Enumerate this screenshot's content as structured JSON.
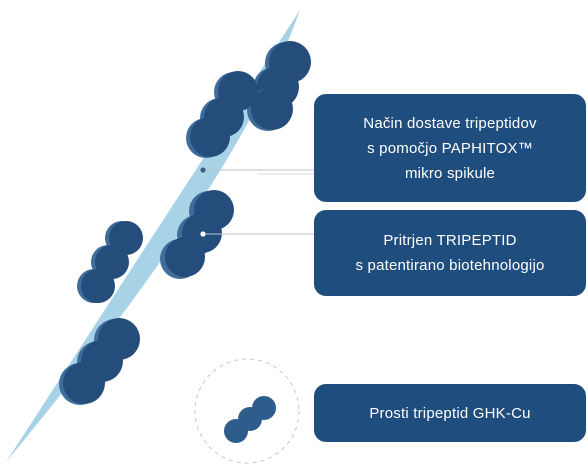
{
  "labels": {
    "spicule": {
      "line1": "Način dostave tripeptidov",
      "line2": "s pomočjo PAPHITOX™",
      "line3": "mikro spikule"
    },
    "tripeptid": {
      "line1": "Pritrjen TRIPEPTID",
      "line2": "s patentirano biotehnologijo"
    },
    "ghk": {
      "line1": "Prosti tripeptid GHK-Cu"
    }
  },
  "colors": {
    "spicule": "#a8d3e6",
    "molecule_light": "#3e6d9c",
    "molecule_dark": "#244d7b",
    "label_box": "#1f4d7e",
    "connector_line": "#bcc3ca",
    "dashed_circle": "#c8c8c8"
  }
}
